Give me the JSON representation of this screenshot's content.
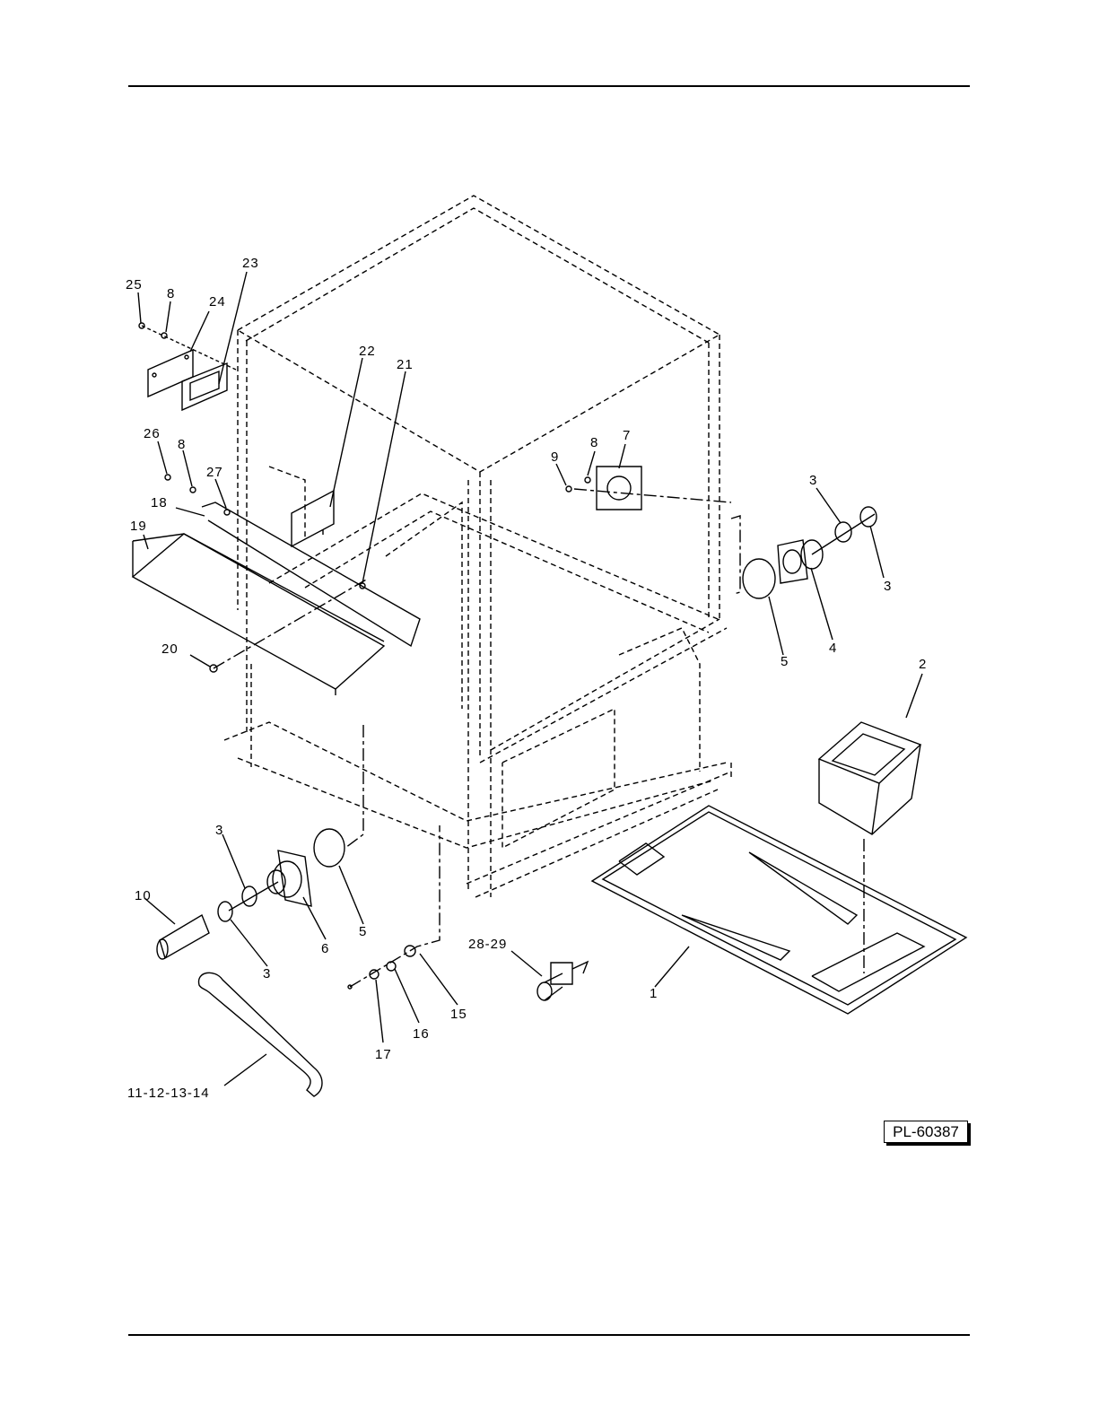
{
  "figure": {
    "id": "PL-60387",
    "callouts": [
      "1",
      "2",
      "3",
      "3",
      "3",
      "3",
      "4",
      "5",
      "5",
      "6",
      "7",
      "8",
      "8",
      "8",
      "9",
      "10",
      "11-12-13-14",
      "15",
      "16",
      "17",
      "18",
      "19",
      "20",
      "21",
      "22",
      "23",
      "24",
      "25",
      "26",
      "27",
      "28-29"
    ]
  }
}
